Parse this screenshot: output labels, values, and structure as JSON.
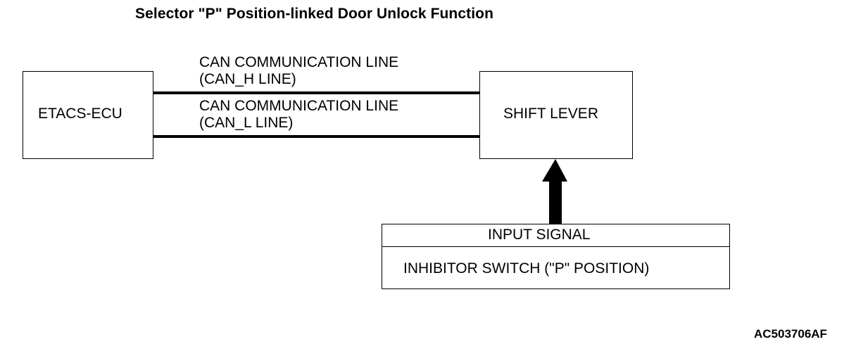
{
  "diagram": {
    "title": "Selector \"P\" Position-linked Door Unlock Function",
    "nodes": {
      "etacs_ecu": {
        "label": "ETACS-ECU"
      },
      "shift_lever": {
        "label": "SHIFT LEVER"
      },
      "input_signal": {
        "header": "INPUT SIGNAL",
        "body": "INHIBITOR SWITCH (\"P\" POSITION)"
      }
    },
    "connections": {
      "can_h": {
        "line1": "CAN COMMUNICATION LINE",
        "line2": "(CAN_H LINE)"
      },
      "can_l": {
        "line1": "CAN COMMUNICATION LINE",
        "line2": "(CAN_L LINE)"
      }
    },
    "figure_id": "AC503706AF"
  },
  "colors": {
    "line": "#000000",
    "background": "#ffffff"
  }
}
